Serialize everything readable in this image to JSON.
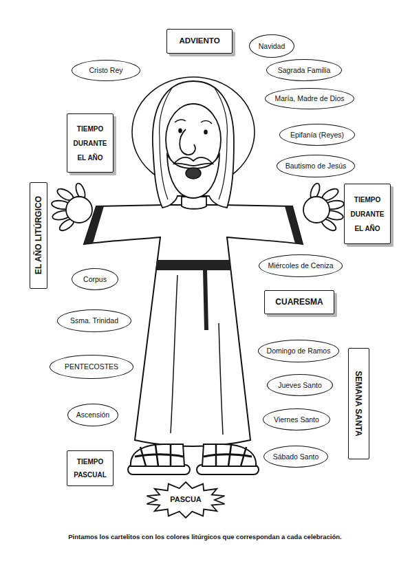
{
  "diagram": {
    "caption": "Pintamos los cartelitos con los colores litúrgicos que correspondan a cada celebración.",
    "nodes": [
      {
        "text": [
          "ADVIENTO"
        ]
      },
      {
        "text": [
          "Navidad"
        ]
      },
      {
        "text": [
          "Cristo Rey"
        ]
      },
      {
        "text": [
          "Sagrada Familia"
        ]
      },
      {
        "text": [
          "TIEMPO DURANTE EL AÑO"
        ]
      },
      {
        "text": [
          "María, Madre de Dios"
        ]
      },
      {
        "text": [
          "Epifanía (Reyes)"
        ]
      },
      {
        "text": [
          "Bautismo de Jesús"
        ]
      },
      {
        "text": [
          "EL AÑO LITÚRGICO"
        ]
      },
      {
        "text": [
          "TIEMPO DURANTE EL AÑO"
        ]
      },
      {
        "text": [
          "Miércoles de Ceniza"
        ]
      },
      {
        "text": [
          "Corpus"
        ]
      },
      {
        "text": [
          "CUARESMA"
        ]
      },
      {
        "text": [
          "Ssma. Trinidad"
        ]
      },
      {
        "text": [
          "Domingo de Ramos"
        ]
      },
      {
        "text": [
          "SEMANA SANTA"
        ]
      },
      {
        "text": [
          "PENTECOSTES"
        ]
      },
      {
        "text": [
          "Jueves Santo"
        ]
      },
      {
        "text": [
          "Ascensión"
        ]
      },
      {
        "text": [
          "Viernes Santo"
        ]
      },
      {
        "text": [
          "TIEMPO PASCUAL"
        ]
      },
      {
        "text": [
          "Sábado Santo"
        ]
      },
      {
        "text": [
          "PASCUA"
        ]
      }
    ]
  }
}
